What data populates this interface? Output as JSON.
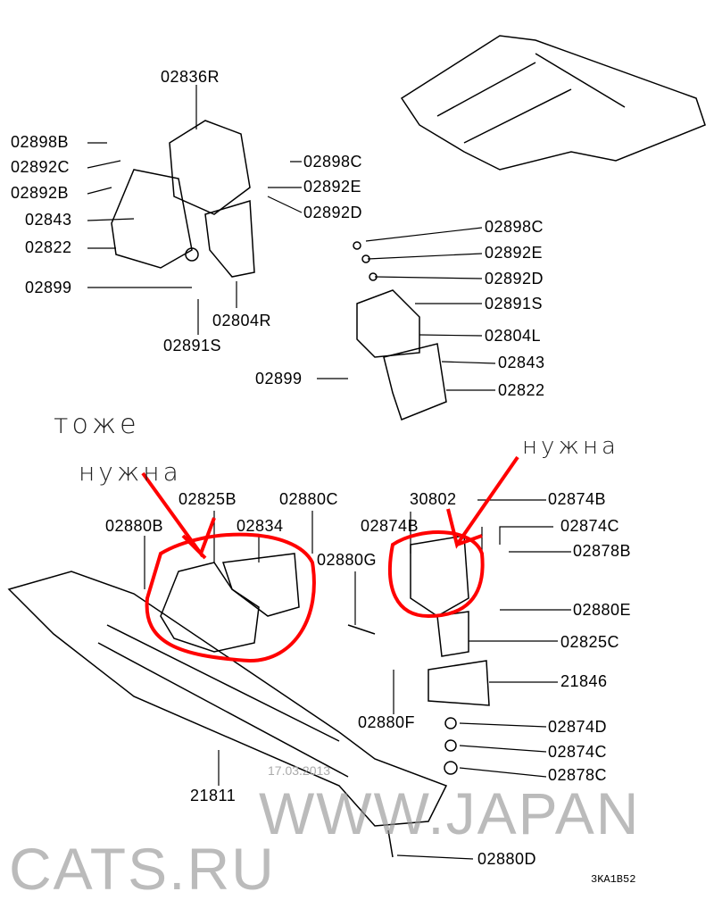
{
  "diagram": {
    "labels": [
      "02836R",
      "02898B",
      "02892C",
      "02892B",
      "02843",
      "02822",
      "02899",
      "02891S",
      "02804R",
      "02898C",
      "02892E",
      "02892D",
      "02898C",
      "02892E",
      "02892D",
      "02891S",
      "02804L",
      "02899",
      "02843",
      "02822",
      "02825B",
      "02880C",
      "02880B",
      "02834",
      "30802",
      "02874B",
      "02874B",
      "02874C",
      "02878B",
      "02880G",
      "02880E",
      "02825C",
      "21846",
      "02880F",
      "02874D",
      "02874C",
      "02878C",
      "21811",
      "02880D"
    ],
    "diagram_code": "3KA1B52",
    "watermark": "WWW.JAPANCATS.RU",
    "watermark_date": "17.03.2013",
    "handwriting": {
      "left_line1": "тоже",
      "left_line2": "нужна",
      "right": "нужна"
    },
    "annotation_color": "#ff0000"
  }
}
